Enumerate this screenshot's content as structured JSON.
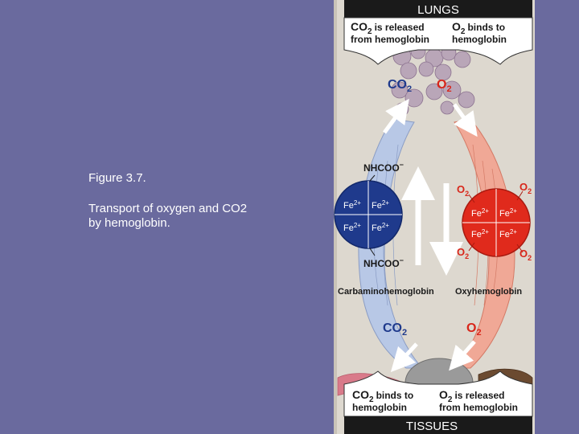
{
  "slide": {
    "background_color": "#6a6a9e",
    "caption_title": "Figure 3.7.",
    "caption_text_line1": "Transport of oxygen and CO2",
    "caption_text_line2": "by hemoglobin."
  },
  "figure": {
    "lungs_header": "LUNGS",
    "tissues_header": "TISSUES",
    "lungs_left": {
      "co": "CO",
      "sub": "2",
      "line1_rest": "is released",
      "line2": "from hemoglobin"
    },
    "lungs_right": {
      "o": "O",
      "sub": "2",
      "line1_rest": "binds to",
      "line2": "hemoglobin"
    },
    "tissues_left": {
      "co": "CO",
      "sub": "2",
      "line1_rest": "binds to",
      "line2": "hemoglobin"
    },
    "tissues_right": {
      "o": "O",
      "sub": "2",
      "line1_rest": "is released",
      "line2": "from hemoglobin"
    },
    "co2_main": "CO",
    "co2_sub": "2",
    "o2_main": "O",
    "o2_sub": "2",
    "carbamate_top": "NHCOO",
    "carbamate_bottom": "NHCOO",
    "minus": "−",
    "fe": "Fe",
    "fe_charge": "2+",
    "carbamino_label": "Carbaminohemoglobin",
    "oxy_label": "Oxyhemoglobin",
    "colors": {
      "panel": "#ddd8cf",
      "banner": "#1a1a1a",
      "carbamino": "#1f3a8c",
      "oxy": "#e02a1c",
      "vein": "#b8c8e6",
      "artery": "#f0a896",
      "label_red": "#d8261a",
      "label_blue": "#1f3a8c"
    }
  }
}
